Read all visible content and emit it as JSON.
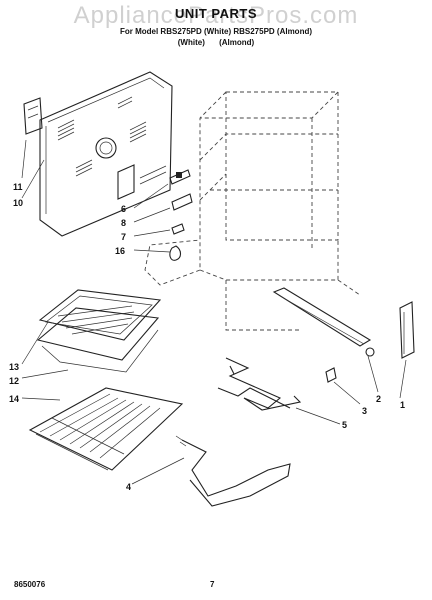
{
  "header": {
    "title": "UNIT PARTS",
    "subtitle": "For Model RBS275PD (White) RBS275PD (Almond)",
    "variant_white": "(White)",
    "variant_almond": "(Almond)"
  },
  "watermark": "AppliancePartsPros.com",
  "callouts": [
    {
      "id": "c11",
      "label": "11"
    },
    {
      "id": "c10",
      "label": "10"
    },
    {
      "id": "c6",
      "label": "6"
    },
    {
      "id": "c8",
      "label": "8"
    },
    {
      "id": "c7",
      "label": "7"
    },
    {
      "id": "c16",
      "label": "16"
    },
    {
      "id": "c13",
      "label": "13"
    },
    {
      "id": "c12",
      "label": "12"
    },
    {
      "id": "c14",
      "label": "14"
    },
    {
      "id": "c2",
      "label": "2"
    },
    {
      "id": "c1",
      "label": "1"
    },
    {
      "id": "c3",
      "label": "3"
    },
    {
      "id": "c5",
      "label": "5"
    },
    {
      "id": "c4",
      "label": "4"
    }
  ],
  "footer": {
    "doc_number": "8650076",
    "page_number": "7"
  }
}
